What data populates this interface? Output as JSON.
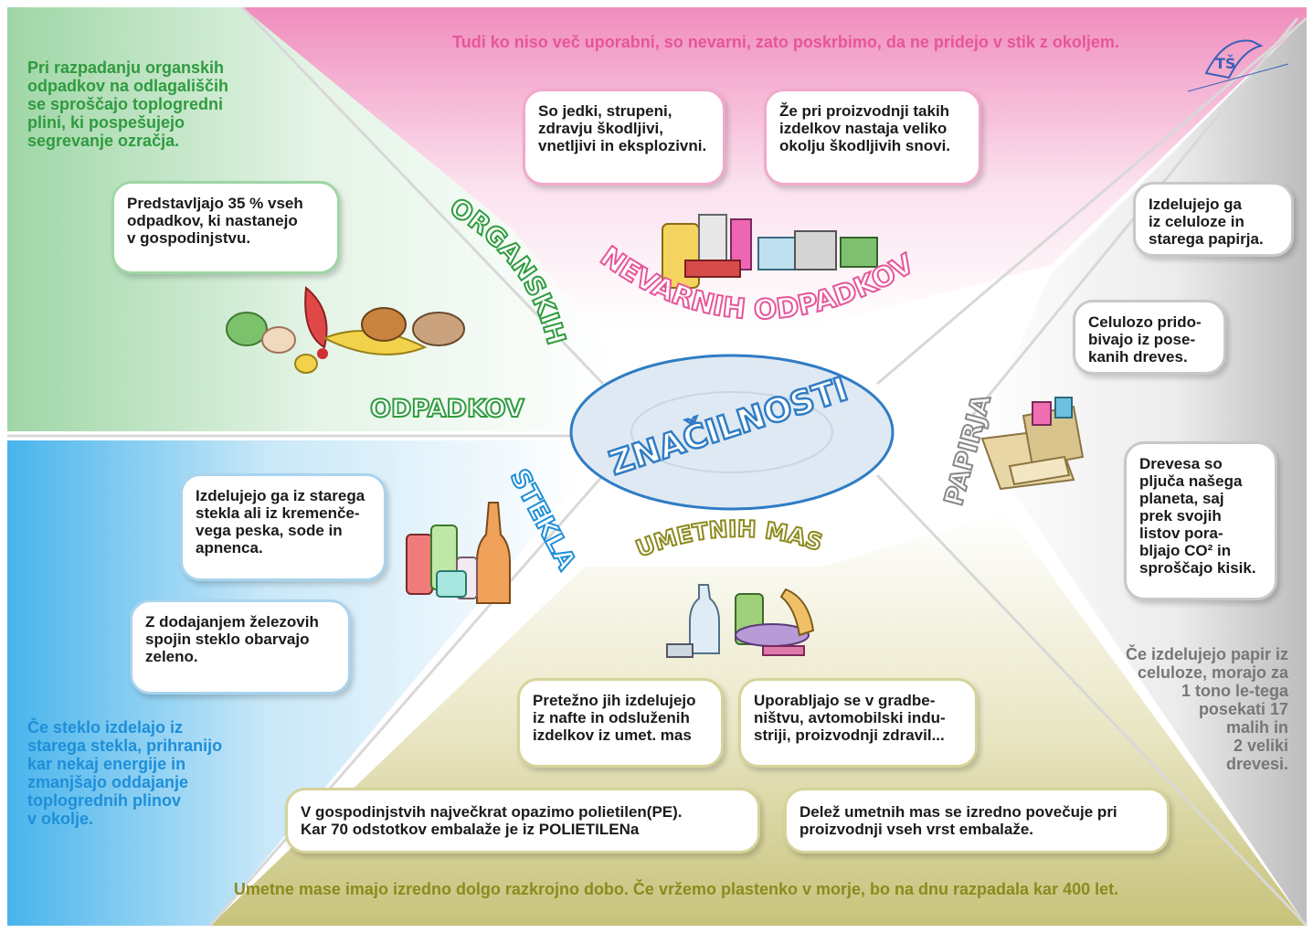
{
  "center": {
    "label": "ZNAČILNOSTI"
  },
  "categories": {
    "organic_line1": "ORGANSKIH",
    "organic_line2": "ODPADKOV",
    "hazardous": "NEVARNIH ODPADKOV",
    "paper": "PAPIRJA",
    "glass": "STEKLA",
    "plastic": "UMETNIH MAS"
  },
  "header_note": "Tudi ko niso več uporabni, so nevarni, zato poskrbimo, da ne pridejo v stik z okoljem.",
  "footer_note": "Umetne mase imajo izredno dolgo razkrojno dobo. Če vržemo plastenko v morje, bo na dnu razpadala kar 400 let.",
  "organic": {
    "note": "Pri razpadanju organskih\nodpadkov na odlagališčih\nse sproščajo toplogredni\nplini, ki pospešujejo\nsegrevanje ozračja.",
    "box": "Predstavljajo 35 % vseh\nodpadkov, ki nastanejo\nv gospodinjstvu."
  },
  "hazardous": {
    "box1": "So jedki, strupeni,\nzdravju škodljivi,\nvnetljivi in eksplozivni.",
    "box2": "Že pri proizvodnji takih\nizdelkov nastaja veliko\nokolju škodljivih snovi."
  },
  "paper": {
    "box1": "Izdelujejo ga\niz celuloze in\nstarega papirja.",
    "box2": "Celulozo prido-\nbivajo iz pose-\nkanih dreves.",
    "box3": "Drevesa so\npljuča našega\nplaneta,  saj\nprek  svojih\nlistov pora-\nbljajo CO² in\nsproščajo kisik.",
    "note": "Če izdelujejo papir iz\nceluloze, morajo za\n1 tono le-tega\nposekati 17\nmalih in\n2 veliki\ndrevesi."
  },
  "glass": {
    "box1": "Izdelujejo ga iz starega\nstekla ali iz kremenče-\nvega peska, sode in\napnenca.",
    "box2": "Z dodajanjem železovih\nspojin steklo obarvajo\nzeleno.",
    "note": "Če steklo izdelajo iz\nstarega stekla, prihranijo\nkar nekaj energije in\nzmanjšajo oddajanje\ntoplogrednih plinov\nv okolje."
  },
  "plastic": {
    "box1": "Pretežno jih izdelujejo\niz nafte in odsluženih\nizdelkov iz umet. mas",
    "box2": "Uporabljajo se v gradbe-\nništvu, avtomobilski indu-\nstriji, proizvodnji zdravil...",
    "box3": "V gospodinjstvih največkrat opazimo  polietilen(PE).\n  Kar 70 odstotkov  embalaže je iz POLIETILENa",
    "box4": "Delež umetnih mas se izredno povečuje pri\nproizvodnji vseh vrst embalaže."
  },
  "colors": {
    "pink": "#e6559a",
    "green": "#2f9b3f",
    "blue": "#1e8fd8",
    "olive": "#8c8a1e",
    "gray": "#777777"
  },
  "icons": [
    "organic-waste-icon",
    "hazardous-containers-icon",
    "paper-stack-icon",
    "glass-bottles-icon",
    "plastic-items-icon",
    "school-logo-icon"
  ]
}
